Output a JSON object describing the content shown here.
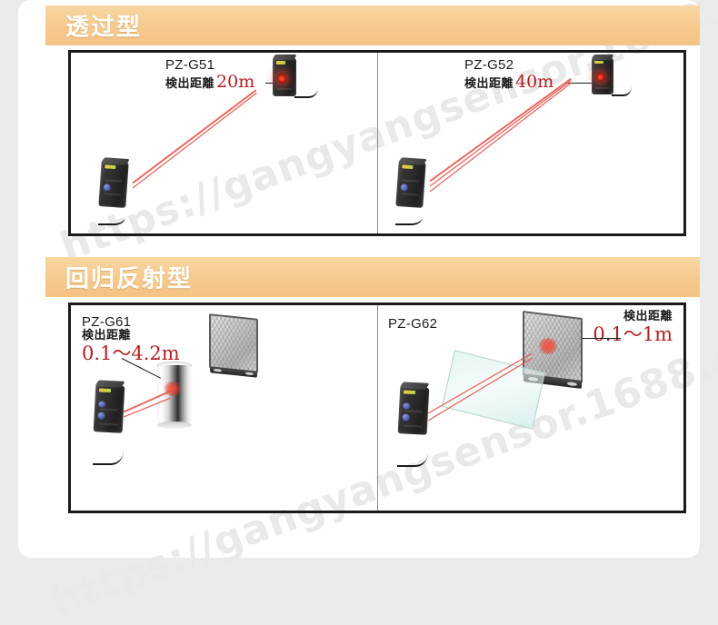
{
  "page": {
    "background_color": "#ebebeb",
    "card_color": "#ffffff",
    "watermark_text": "https://gangyangsensor.1688.com/",
    "watermark_color": "#e9e9e9"
  },
  "accent": {
    "banner_color": "#f6c98c",
    "banner_text_color": "#ffffff",
    "distance_color": "#b01f24",
    "beam_color": "#d4322b",
    "frame_color": "#1a1a1a"
  },
  "sections": [
    {
      "id": "through-beam",
      "banner_label": "透过型",
      "panels": [
        {
          "id": "pz-g51",
          "model": "PZ-G51",
          "distance_label": "検出距離",
          "distance_value": "20m",
          "layout": "inline"
        },
        {
          "id": "pz-g52",
          "model": "PZ-G52",
          "distance_label": "検出距離",
          "distance_value": "40m",
          "layout": "inline"
        }
      ]
    },
    {
      "id": "retroreflective",
      "banner_label": "回归反射型",
      "panels": [
        {
          "id": "pz-g61",
          "model": "PZ-G61",
          "distance_label": "検出距離",
          "distance_value": "0.1〜4.2m",
          "layout": "stacked"
        },
        {
          "id": "pz-g62",
          "model": "PZ-G62",
          "distance_label": "検出距離",
          "distance_value": "0.1〜1m",
          "layout": "stacked-right"
        }
      ]
    }
  ]
}
